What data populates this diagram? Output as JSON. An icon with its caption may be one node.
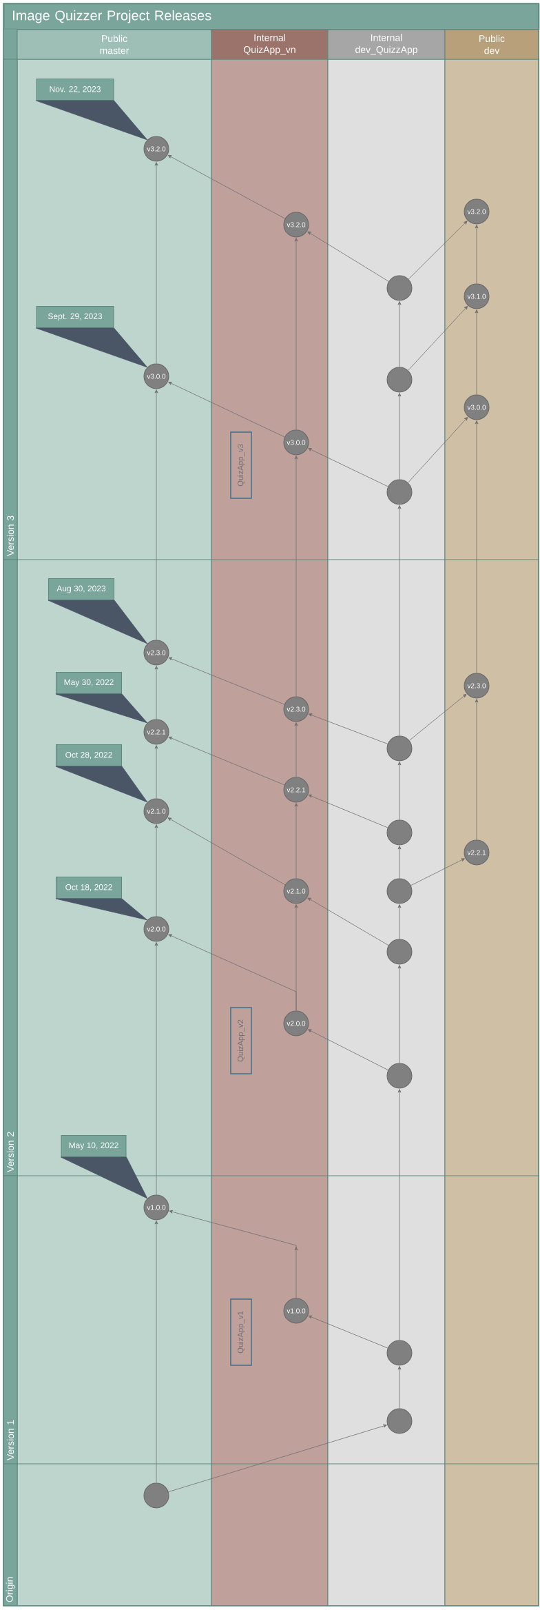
{
  "diagram": {
    "title": "Image Quizzer Project Releases",
    "nodes": [
      {
        "text": [
          "Public",
          "master"
        ]
      },
      {
        "text": [
          "Internal",
          "QuizApp_vn"
        ]
      },
      {
        "text": [
          "Internal",
          "dev_QuizzApp"
        ]
      },
      {
        "text": [
          "Public",
          "dev"
        ]
      },
      {
        "text": [
          "Version 3"
        ]
      },
      {
        "text": [
          "Version 2"
        ]
      },
      {
        "text": [
          "Version 1"
        ]
      },
      {
        "text": [
          "Origin"
        ]
      },
      {
        "text": [
          "Nov. 22, 2023"
        ]
      },
      {
        "text": [
          "v3.2.0"
        ]
      },
      {
        "text": [
          "v3.2.0"
        ]
      },
      {
        "text": [
          "v3.2.0"
        ]
      },
      {
        "text": [],
        "shape": "circle"
      },
      {
        "text": [
          "v3.1.0"
        ]
      },
      {
        "text": [
          "Sept. 29, 2023"
        ]
      },
      {
        "text": [
          "v3.0.0"
        ]
      },
      {
        "text": [],
        "shape": "circle"
      },
      {
        "text": [
          "v3.0.0"
        ]
      },
      {
        "text": [
          "v3.0.0"
        ]
      },
      {
        "text": [
          "QuizApp_v3"
        ]
      },
      {
        "text": [],
        "shape": "circle"
      },
      {
        "text": [
          "Aug 30, 2023"
        ]
      },
      {
        "text": [
          "v2.3.0"
        ]
      },
      {
        "text": [
          "May 30, 2022"
        ]
      },
      {
        "text": [
          "v2.3.0"
        ]
      },
      {
        "text": [
          "v2.3.0"
        ]
      },
      {
        "text": [
          "v2.2.1"
        ]
      },
      {
        "text": [],
        "shape": "circle"
      },
      {
        "text": [
          "Oct 28, 2022"
        ]
      },
      {
        "text": [
          "v2.2.1"
        ]
      },
      {
        "text": [
          "v2.1.0"
        ]
      },
      {
        "text": [],
        "shape": "circle"
      },
      {
        "text": [
          "v2.2.1"
        ]
      },
      {
        "text": [
          "Oct 18, 2022"
        ]
      },
      {
        "text": [
          "v2.1.0"
        ]
      },
      {
        "text": [],
        "shape": "circle"
      },
      {
        "text": [
          "v2.0.0"
        ]
      },
      {
        "text": [],
        "shape": "circle"
      },
      {
        "text": [
          "v2.0.0"
        ]
      },
      {
        "text": [
          "QuizApp_v2"
        ]
      },
      {
        "text": [],
        "shape": "circle"
      },
      {
        "text": [
          "May 10, 2022"
        ]
      },
      {
        "text": [
          "v1.0.0"
        ]
      },
      {
        "text": [
          "v1.0.0"
        ]
      },
      {
        "text": [
          "QuizApp_v1"
        ]
      },
      {
        "text": [],
        "shape": "circle"
      },
      {
        "text": [],
        "shape": "circle"
      },
      {
        "text": [],
        "shape": "circle"
      }
    ],
    "edges": [
      {
        "from": 47,
        "to": 42,
        "arrow": "to"
      },
      {
        "from": 42,
        "to": 36,
        "arrow": "to"
      },
      {
        "from": 36,
        "to": 30,
        "arrow": "to"
      },
      {
        "from": 30,
        "to": 26,
        "arrow": "to"
      },
      {
        "from": 26,
        "to": 22,
        "arrow": "to"
      },
      {
        "from": 22,
        "to": 15,
        "arrow": "to"
      },
      {
        "from": 15,
        "to": 9,
        "arrow": "to"
      },
      {
        "from": 47,
        "to": 46,
        "arrow": "to"
      },
      {
        "from": 46,
        "to": 45,
        "arrow": "to"
      },
      {
        "from": 45,
        "to": 43,
        "arrow": "to"
      },
      {
        "from": 45,
        "to": 40,
        "arrow": "to"
      },
      {
        "from": 43,
        "to": 42,
        "arrow": "to"
      },
      {
        "from": 40,
        "to": 38,
        "arrow": "to"
      },
      {
        "from": 40,
        "to": 37,
        "arrow": "to"
      },
      {
        "from": 38,
        "to": 34,
        "arrow": "to"
      },
      {
        "from": 38,
        "to": 36,
        "arrow": "to"
      },
      {
        "from": 37,
        "to": 34,
        "arrow": "to"
      },
      {
        "from": 37,
        "to": 35,
        "arrow": "to"
      },
      {
        "from": 35,
        "to": 32,
        "arrow": "to"
      },
      {
        "from": 35,
        "to": 31,
        "arrow": "to"
      },
      {
        "from": 34,
        "to": 29,
        "arrow": "to"
      },
      {
        "from": 34,
        "to": 30,
        "arrow": "to"
      },
      {
        "from": 31,
        "to": 29,
        "arrow": "to"
      },
      {
        "from": 31,
        "to": 27,
        "arrow": "to"
      },
      {
        "from": 29,
        "to": 25,
        "arrow": "to"
      },
      {
        "from": 29,
        "to": 26,
        "arrow": "to"
      },
      {
        "from": 27,
        "to": 25,
        "arrow": "to"
      },
      {
        "from": 27,
        "to": 24,
        "arrow": "to"
      },
      {
        "from": 32,
        "to": 24,
        "arrow": "to"
      },
      {
        "from": 27,
        "to": 20,
        "arrow": "to"
      },
      {
        "from": 25,
        "to": 22,
        "arrow": "to"
      },
      {
        "from": 25,
        "to": 18,
        "arrow": "to"
      },
      {
        "from": 24,
        "to": 17,
        "arrow": "to"
      },
      {
        "from": 20,
        "to": 18,
        "arrow": "to"
      },
      {
        "from": 20,
        "to": 17,
        "arrow": "to"
      },
      {
        "from": 20,
        "to": 16,
        "arrow": "to"
      },
      {
        "from": 18,
        "to": 15,
        "arrow": "to"
      },
      {
        "from": 18,
        "to": 11,
        "arrow": "to"
      },
      {
        "from": 16,
        "to": 13,
        "arrow": "to"
      },
      {
        "from": 16,
        "to": 12,
        "arrow": "to"
      },
      {
        "from": 17,
        "to": 13,
        "arrow": "to"
      },
      {
        "from": 12,
        "to": 11,
        "arrow": "to"
      },
      {
        "from": 12,
        "to": 10,
        "arrow": "to"
      },
      {
        "from": 13,
        "to": 10,
        "arrow": "to"
      },
      {
        "from": 11,
        "to": 9,
        "arrow": "to"
      },
      {
        "from": 8,
        "to": 9,
        "arrow": "none",
        "color": "#4a5566"
      },
      {
        "from": 14,
        "to": 15,
        "arrow": "none",
        "color": "#4a5566"
      },
      {
        "from": 21,
        "to": 22,
        "arrow": "none",
        "color": "#4a5566"
      },
      {
        "from": 23,
        "to": 26,
        "arrow": "none",
        "color": "#4a5566"
      },
      {
        "from": 28,
        "to": 30,
        "arrow": "none",
        "color": "#4a5566"
      },
      {
        "from": 33,
        "to": 36,
        "arrow": "none",
        "color": "#4a5566"
      },
      {
        "from": 41,
        "to": 42,
        "arrow": "none",
        "color": "#4a5566"
      }
    ]
  }
}
